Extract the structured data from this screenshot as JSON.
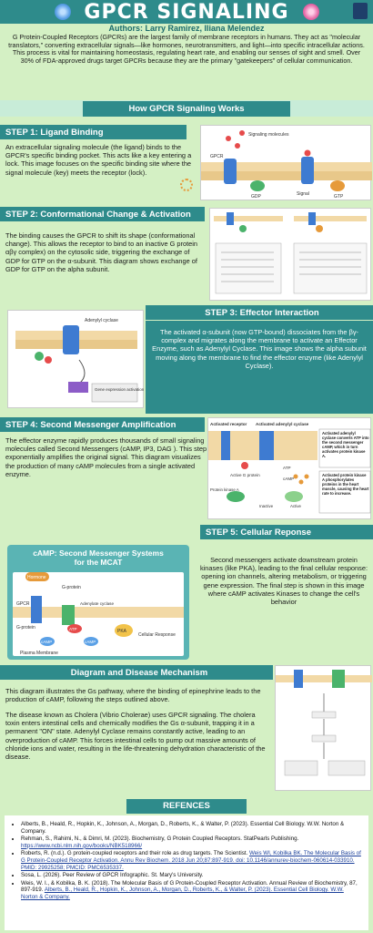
{
  "header": {
    "title": "GPCR SIGNALING",
    "authors": "Authors: Larry Ramirez, Iliana Melendez",
    "intro": "G Protein-Coupled Receptors (GPCRs) are the largest family of membrane receptors in humans. They act as \"molecular translators,\" converting extracellular signals—like hormones, neurotransmitters, and light—into specific intracellular actions. This process is vital for maintaining homeostasis, regulating heart rate, and enabling our senses of sight and smell. Over 30% of FDA-approved drugs target GPCRs because they are the primary \"gatekeepers\" of cellular communication."
  },
  "how_heading": "How GPCR Signaling Works",
  "steps": [
    {
      "title": "STEP 1:  Ligand Binding",
      "text": "An extracellular signaling molecule (the ligand) binds to the GPCR's specific binding pocket. This acts like a key entering a lock. This image focuses on the specific binding site where the signal molecule (key) meets the receptor (lock).",
      "figure_labels": [
        "Signaling molecules",
        "GPCR",
        "GDP",
        "Signal",
        "GTP"
      ]
    },
    {
      "title": "STEP 2: Conformational Change & Activation",
      "text": "The binding causes the GPCR to shift its shape (conformational change). This allows the receptor to bind to an inactive G protein αβγ complex) on the cytosolic side, triggering the exchange of GDP for GTP on the α-subunit. This diagram shows exchange of GDP for GTP on the alpha subunit."
    },
    {
      "title": "STEP 3: Effector Interaction",
      "text": "The activated α-subunit (now GTP-bound) dissociates from the βγ-complex and migrates along the membrane to activate an Effector Enzyme, such as Adenylyl Cyclase. This image shows the alpha subunit moving along the membrane to find the effector enzyme (like Adenylyl Cyclase).",
      "figure_labels": [
        "Adenylyl cyclase",
        "Gene expression activation"
      ]
    },
    {
      "title": "STEP 4: Second Messenger Amplification",
      "text": "The effector enzyme rapidly produces thousands of small signaling molecules called Second Messengers (cAMP, IP3, DAG ). This step exponentially amplifies the original signal. This diagram visualizes the production of many cAMP molecules from a single activated enzyme.",
      "figure_labels": [
        "Activated receptor",
        "Activated adenylyl cyclase",
        "Active G protein",
        "ATP",
        "cAMP",
        "Protein kinase A",
        "Inactive",
        "Active"
      ],
      "notes": [
        "Activated adenylyl cyclase converts ATP into the second messenger cAMP, which in turn activates protein kinase A.",
        "Activated protein kinase A phosphorylates proteins in the heart muscle, causing the heart rate to increase."
      ]
    },
    {
      "title": "STEP 5: Cellular Reponse",
      "text": "Second messengers activate downstream protein kinases (like PKA), leading to the final cellular response: opening ion channels, altering metabolism, or triggering gene expression. The final step is shown in this image where cAMP activates Kinases to change the cell's behavior",
      "figure": {
        "title_line1": "cAMP: Second Messenger Systems",
        "title_line2": "for the MCAT",
        "labels": [
          "Hormone",
          "G-protein",
          "GPCR",
          "Adenylate cyclase",
          "G-protein",
          "ATP",
          "cAMP",
          "cAMP",
          "PKA",
          "Cellular Response",
          "Plasma Membrane"
        ]
      }
    }
  ],
  "disease": {
    "title": "Diagram and Disease Mechanism",
    "para1": "This diagram illustrates the Gs pathway, where the binding of epinephrine leads to the production of cAMP, following the steps outlined above.",
    "para2": "The disease known as Cholera (Vibrio Cholerae) uses GPCR signaling. The cholera toxin enters intestinal cells and chemically modifies the Gs α-subunit, trapping it in a permanent \"ON\" state. Adenylyl Cyclase remains constantly active, leading to an overproduction of cAMP. This forces intestinal cells to pump out massive amounts of chloride ions and water, resulting in the life-threatening dehydration characteristic of the disease."
  },
  "references": {
    "title": "REFENCES",
    "items": [
      {
        "text": "Alberts, B., Heald, R., Hopkin, K., Johnson, A., Morgan, D., Roberts, K., & Walter, P. (2023). Essential Cell Biology. W.W. Norton & Company.",
        "link": ""
      },
      {
        "text": "Rehman, S., Rahimi, N., & Dimri, M. (2023). Biochemistry, G Protein Coupled Receptors. StatPearls Publishing. ",
        "link": "https://www.ncbi.nlm.nih.gov/books/NBK518966/"
      },
      {
        "text": "Roberts, R. (n.d.). G protein-coupled receptors and their role as drug targets. The Scientist. ",
        "link": "Weis WI, Kobilka BK. The Molecular Basis of G Protein-Coupled Receptor Activation. Annu Rev Biochem. 2018 Jun 20;87:897-919. doi: 10.1146/annurev-biochem-060614-033910. PMID: 29925258; PMCID: PMC6535337."
      },
      {
        "text": "Sosa, L. (2026). Peer Review of GPCR Infographic. St. Mary's University.",
        "link": ""
      },
      {
        "text": "Weis, W. I., & Kobilka, B. K. (2018). The Molecular Basis of G Protein-Coupled Receptor Activation. Annual Review of Biochemistry, 87, 897-919. ",
        "link": "Alberts, B., Heald, R., Hopkin, K., Johnson, A., Morgan, D., Roberts, K., & Walter, P. (2023). Essential Cell Biology. W.W. Norton & Company."
      }
    ]
  },
  "colors": {
    "accent": "#2e8b8b",
    "background": "#d4f0c4",
    "title_icon_left": "#5aa0e6",
    "title_icon_right": "#e66aa8"
  }
}
